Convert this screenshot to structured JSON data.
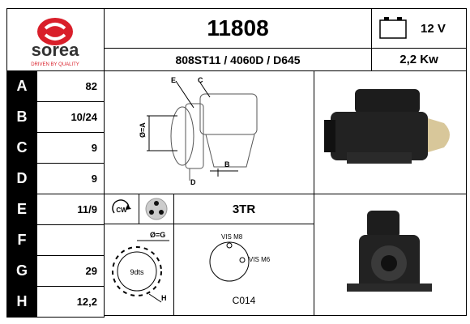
{
  "brand": {
    "logo_text": "sorea",
    "tagline": "DRIVEN BY QUALITY",
    "red": "#d91f2a"
  },
  "header": {
    "part_number": "11808",
    "references": "808ST11 / 4060D / D645",
    "voltage": "12 V",
    "power": "2,2 Kw"
  },
  "specs": [
    {
      "label": "A",
      "value": "82"
    },
    {
      "label": "B",
      "value": "10/24"
    },
    {
      "label": "C",
      "value": "9"
    },
    {
      "label": "D",
      "value": "9"
    },
    {
      "label": "E",
      "value": "11/9"
    },
    {
      "label": "F",
      "value": ""
    },
    {
      "label": "G",
      "value": "29"
    },
    {
      "label": "H",
      "value": "12,2"
    }
  ],
  "diagram": {
    "label_e": "E",
    "label_c": "C",
    "label_a": "Ø=A",
    "label_b": "B",
    "label_d": "D"
  },
  "rotation": {
    "direction": "CW",
    "icon": "clockwise-arrow-icon",
    "connector_icon": "three-pin-connector-icon"
  },
  "terminal_type": "3TR",
  "gear": {
    "label_g": "Ø=G",
    "teeth": "9dts",
    "label_h": "H"
  },
  "flange": {
    "bolt_top": "VIS M8",
    "bolt_side": "VIS M6",
    "code": "C014"
  }
}
